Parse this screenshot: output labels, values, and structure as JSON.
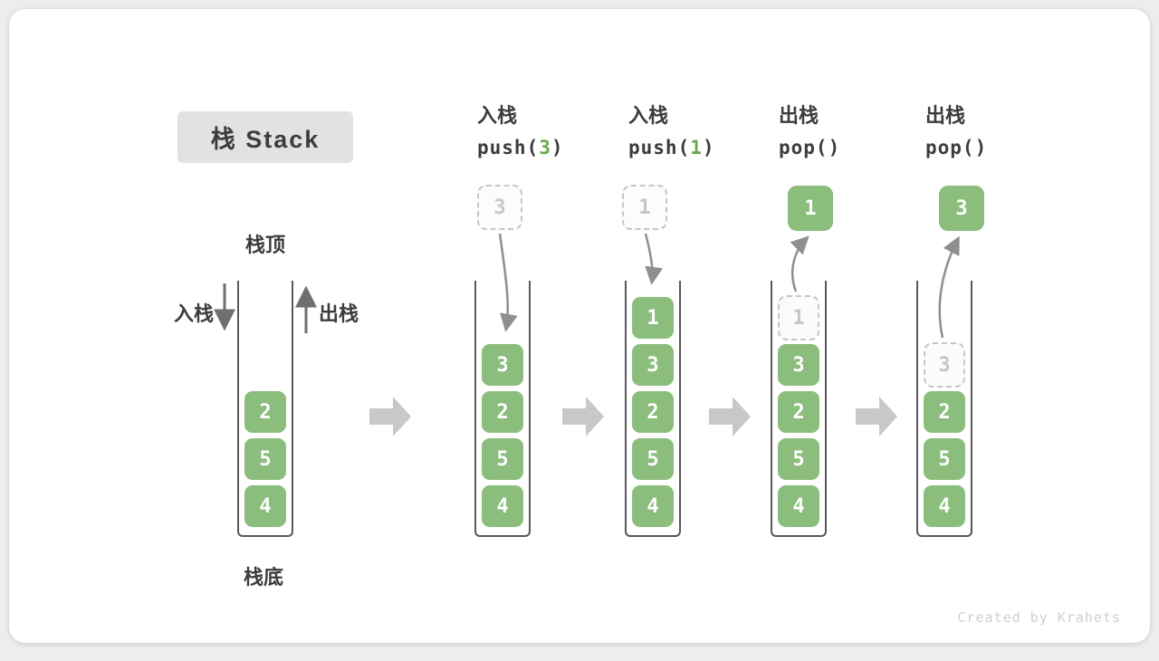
{
  "title": "栈 Stack",
  "labels": {
    "stack_top": "栈顶",
    "stack_bottom": "栈底",
    "push": "入栈",
    "pop": "出栈"
  },
  "watermark": "Created by Krahets",
  "colors": {
    "cell_green": "#8bbd7d",
    "code_arg_green": "#6aa84f",
    "dark_text": "#3c3c3c",
    "ghost_gray": "#c6c6c6",
    "curve_arrow_gray": "#8f8f8f",
    "block_arrow_gray": "#c8c8c8",
    "title_box_bg": "#e2e2e2"
  },
  "columns": [
    {
      "name": "initial-stack",
      "op": null,
      "float_box": null,
      "flow_arrow": null,
      "cells": [
        {
          "v": "2"
        },
        {
          "v": "5"
        },
        {
          "v": "4"
        }
      ]
    },
    {
      "name": "push-3",
      "op": {
        "cn": "入栈",
        "code_prefix": "push(",
        "code_arg": "3",
        "code_suffix": ")"
      },
      "float_box": {
        "value": "3",
        "variant": "dashed"
      },
      "flow_arrow": "down",
      "cells": [
        {
          "v": "3"
        },
        {
          "v": "2"
        },
        {
          "v": "5"
        },
        {
          "v": "4"
        }
      ]
    },
    {
      "name": "push-1",
      "op": {
        "cn": "入栈",
        "code_prefix": "push(",
        "code_arg": "1",
        "code_suffix": ")"
      },
      "float_box": {
        "value": "1",
        "variant": "dashed"
      },
      "flow_arrow": "down",
      "cells": [
        {
          "v": "1"
        },
        {
          "v": "3"
        },
        {
          "v": "2"
        },
        {
          "v": "5"
        },
        {
          "v": "4"
        }
      ]
    },
    {
      "name": "pop-1",
      "op": {
        "cn": "出栈",
        "code_prefix": "pop()",
        "code_arg": "",
        "code_suffix": ""
      },
      "float_box": {
        "value": "1",
        "variant": "solid"
      },
      "flow_arrow": "up",
      "cells": [
        {
          "v": "1",
          "ghost": true
        },
        {
          "v": "3"
        },
        {
          "v": "2"
        },
        {
          "v": "5"
        },
        {
          "v": "4"
        }
      ]
    },
    {
      "name": "pop-3",
      "op": {
        "cn": "出栈",
        "code_prefix": "pop()",
        "code_arg": "",
        "code_suffix": ""
      },
      "float_box": {
        "value": "3",
        "variant": "solid"
      },
      "flow_arrow": "up",
      "cells": [
        {
          "v": "3",
          "ghost": true
        },
        {
          "v": "2"
        },
        {
          "v": "5"
        },
        {
          "v": "4"
        }
      ]
    }
  ]
}
